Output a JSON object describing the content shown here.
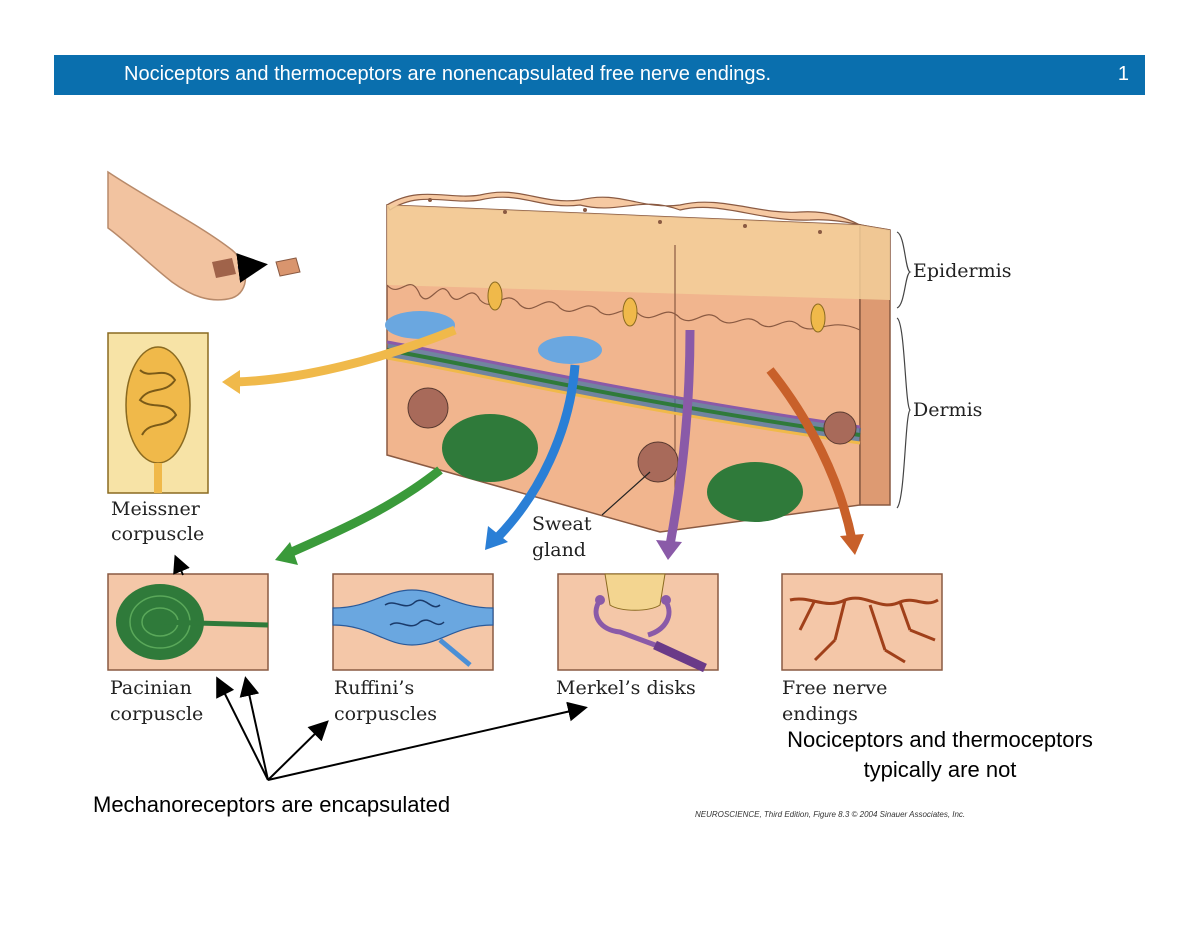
{
  "header": {
    "title": "Nociceptors and thermoceptors are nonencapsulated free nerve endings.",
    "page_number": "1"
  },
  "labels": {
    "epidermis": "Epidermis",
    "dermis": "Dermis",
    "meissner_1": "Meissner",
    "meissner_2": "corpuscle",
    "sweat_1": "Sweat",
    "sweat_2": "gland",
    "pacinian_1": "Pacinian",
    "pacinian_2": "corpuscle",
    "ruffini_1": "Ruffini’s",
    "ruffini_2": "corpuscles",
    "merkel": "Merkel’s disks",
    "free_1": "Free nerve",
    "free_2": "endings"
  },
  "annotations": {
    "nociceptors_1": "Nociceptors and thermoceptors",
    "nociceptors_2": "typically are not",
    "mechanoreceptors": "Mechanoreceptors are encapsulated"
  },
  "credit": "NEUROSCIENCE, Third Edition, Figure 8.3 © 2004 Sinauer Associates, Inc.",
  "colors": {
    "header_bg": "#0a6fae",
    "skin": "#f1b58e",
    "epidermis": "#f3cf9a",
    "meissner": "#f0b94a",
    "pacinian": "#2f7a3a",
    "ruffini": "#4a8fd6",
    "merkel": "#8a5aa8",
    "free_nerve": "#b5502a"
  }
}
